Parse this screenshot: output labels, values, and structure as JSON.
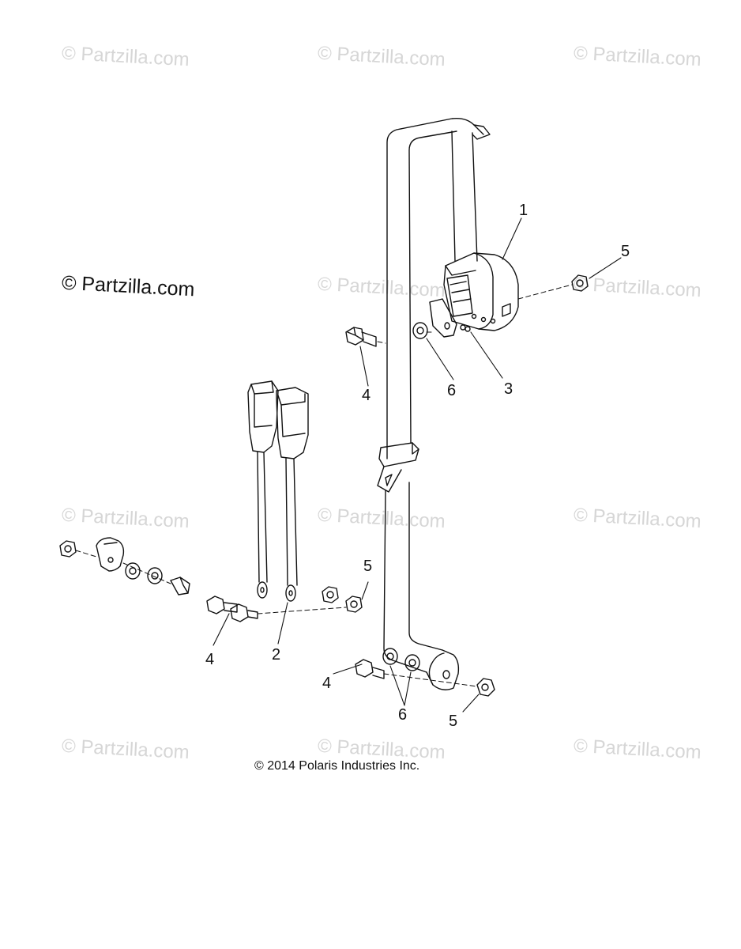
{
  "watermark_text": "© Partzilla.com",
  "brand_text": "© Partzilla.com",
  "copyright": "© 2014 Polaris Industries Inc.",
  "callouts": {
    "c1": "1",
    "c2": "2",
    "c3": "3",
    "c4a": "4",
    "c4b": "4",
    "c4c": "4",
    "c5a": "5",
    "c5b": "5",
    "c5c": "5",
    "c6a": "6",
    "c6b": "6"
  },
  "colors": {
    "line": "#111111",
    "watermark": "#d6d6d6",
    "background": "#ffffff"
  }
}
